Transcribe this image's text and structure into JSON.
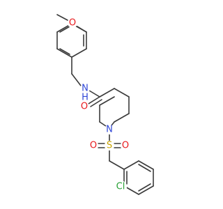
{
  "molecule": {
    "colors": {
      "bond": "#3a3a3a",
      "O": "#e8191c",
      "N": "#2f46d6",
      "S": "#c9a400",
      "Cl": "#27a035"
    },
    "atoms": [
      {
        "id": "O_methoxy",
        "label": "O",
        "element": "O"
      },
      {
        "id": "N_amide",
        "label": "N",
        "element": "N"
      },
      {
        "id": "H_amide",
        "label": "H",
        "element": "N"
      },
      {
        "id": "O_carbonyl",
        "label": "O",
        "element": "O"
      },
      {
        "id": "N_ring",
        "label": "N",
        "element": "N"
      },
      {
        "id": "S",
        "label": "S",
        "element": "S"
      },
      {
        "id": "O_sulfonyl_left",
        "label": "O",
        "element": "O"
      },
      {
        "id": "O_sulfonyl_right",
        "label": "O",
        "element": "O"
      },
      {
        "id": "Cl",
        "label": "Cl",
        "element": "Cl"
      }
    ]
  }
}
